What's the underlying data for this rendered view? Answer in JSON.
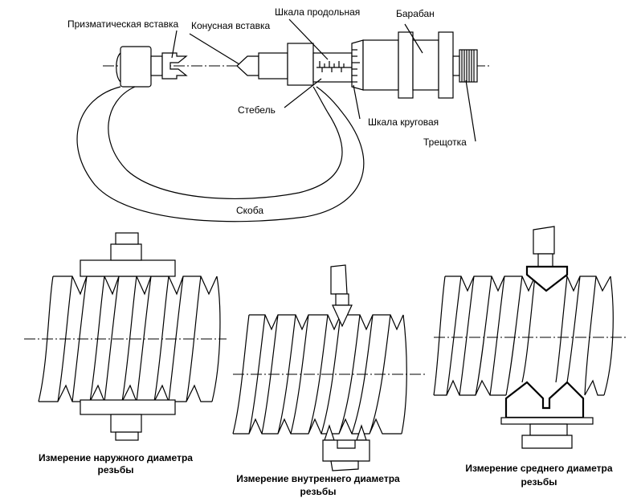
{
  "micrometer": {
    "labels": {
      "prism_insert": "Призматическая вставка",
      "cone_insert": "Конусная вставка",
      "long_scale": "Шкала продольная",
      "drum": "Барабан",
      "stem": "Стебель",
      "circular_scale": "Шкала круговая",
      "ratchet": "Трещотка",
      "frame": "Скоба"
    }
  },
  "captions": {
    "outer_1": "Измерение наружного диаметра",
    "outer_2": "резьбы",
    "inner_1": "Измерение внутреннего диаметра",
    "inner_2": "резьбы",
    "middle_1": "Измерение среднего диаметра",
    "middle_2": "резьбы"
  }
}
